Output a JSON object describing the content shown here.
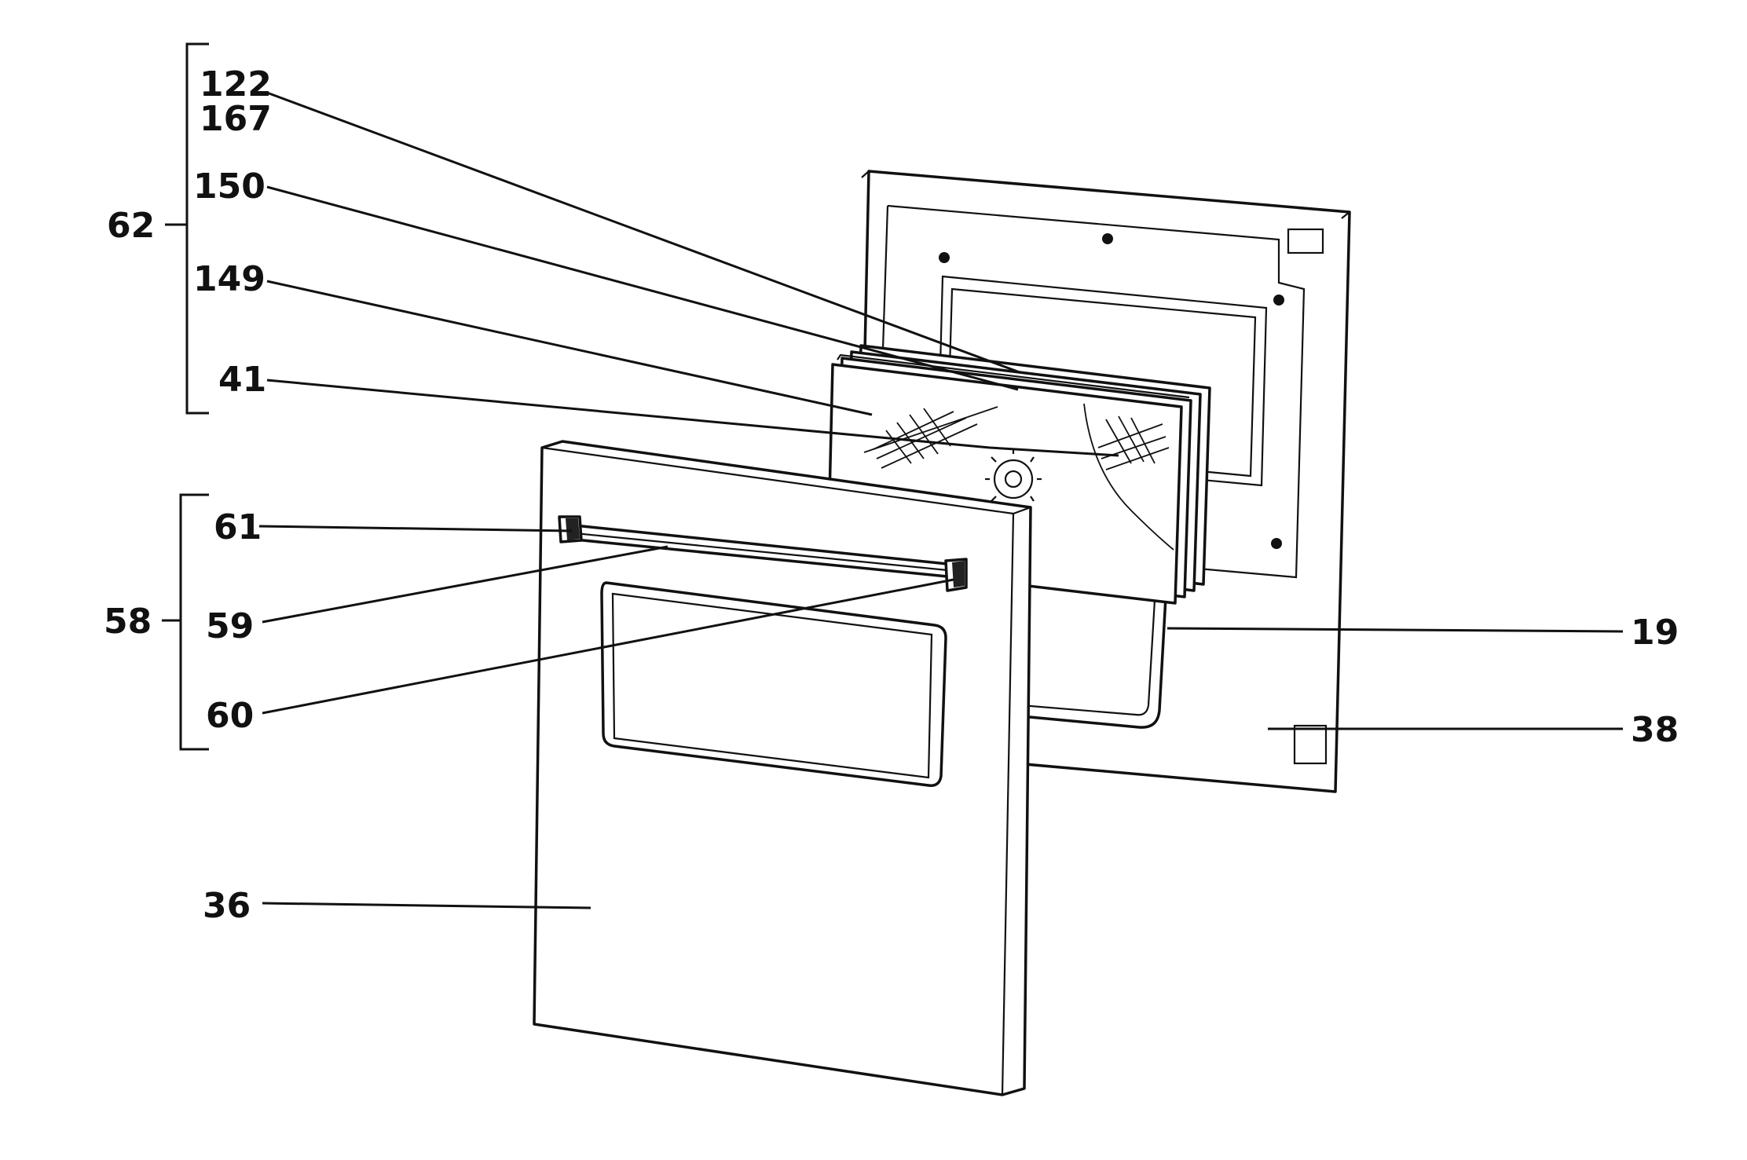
{
  "labels": {
    "l62": "62",
    "l122": "122",
    "l167": "167",
    "l150": "150",
    "l149": "149",
    "l41": "41",
    "l58": "58",
    "l61": "61",
    "l59": "59",
    "l60": "60",
    "l36": "36",
    "l19": "19",
    "l38": "38"
  }
}
